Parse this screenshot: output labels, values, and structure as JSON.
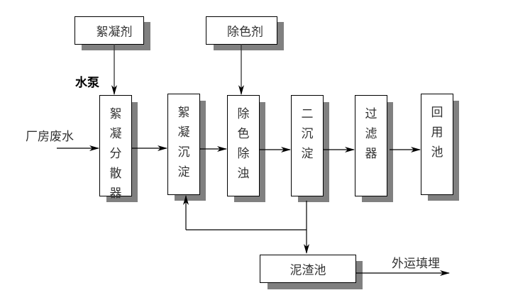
{
  "title": "厂房废水处理工艺流程",
  "inputs": {
    "flocculant": "絮凝剂",
    "decolorant": "除色剂",
    "pump": "水泵",
    "source": "厂房废水"
  },
  "process_units": [
    {
      "id": "flocculation-disperser",
      "label": "絮凝分散器"
    },
    {
      "id": "flocculation-sedimentation",
      "label": "絮凝沉淀"
    },
    {
      "id": "decolor-deturbid",
      "label": "除色除浊"
    },
    {
      "id": "secondary-sedimentation",
      "label": "二沉淀"
    },
    {
      "id": "filter",
      "label": "过滤器"
    },
    {
      "id": "reuse-pool",
      "label": "回用池"
    }
  ],
  "sludge": {
    "pool": "泥渣池",
    "disposal": "外运填埋"
  },
  "flows": [
    {
      "from": "厂房废水",
      "to": "絮凝分散器"
    },
    {
      "from": "絮凝剂",
      "to": "絮凝分散器"
    },
    {
      "from": "絮凝分散器",
      "to": "絮凝沉淀"
    },
    {
      "from": "絮凝沉淀",
      "to": "除色除浊"
    },
    {
      "from": "除色剂",
      "to": "除色除浊"
    },
    {
      "from": "除色除浊",
      "to": "二沉淀"
    },
    {
      "from": "二沉淀",
      "to": "过滤器"
    },
    {
      "from": "过滤器",
      "to": "回用池"
    },
    {
      "from": "二沉淀",
      "to": "絮凝沉淀"
    },
    {
      "from": "二沉淀",
      "to": "泥渣池"
    },
    {
      "from": "泥渣池",
      "to": "外运填埋"
    }
  ]
}
